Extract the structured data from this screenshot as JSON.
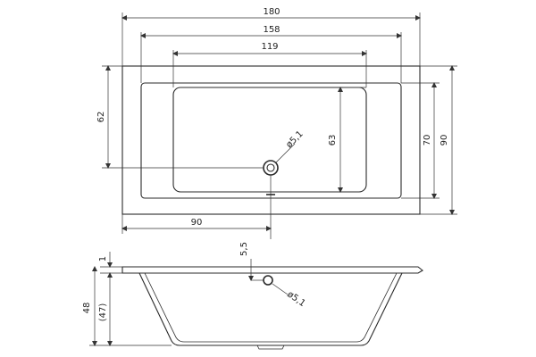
{
  "top_view": {
    "overall_length": "180",
    "rim_inner_length": "158",
    "bottom_length": "119",
    "overall_width": "90",
    "rim_inner_width": "70",
    "bottom_width": "63",
    "drain_offset_width": "62",
    "drain_offset_length": "90",
    "drain_diameter": "ø5,1"
  },
  "side_view": {
    "total_height": "48",
    "inner_depth": "(47)",
    "rim_thickness": "1",
    "overflow_height": "5,5",
    "overflow_diameter": "ø5,1"
  }
}
